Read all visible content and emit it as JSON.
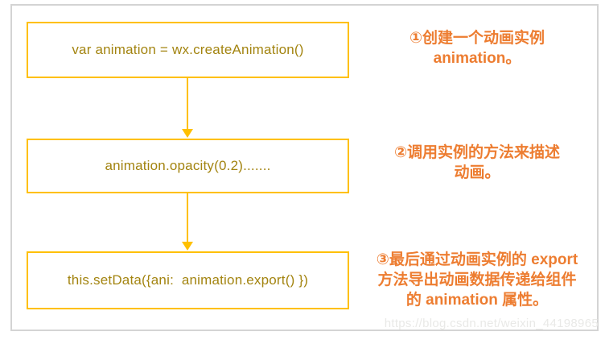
{
  "diagram": {
    "title_semantic": "wx.createAnimation flow diagram",
    "boxes": [
      {
        "code": "var animation = wx.createAnimation()"
      },
      {
        "code": "animation.opacity(0.2)......."
      },
      {
        "code": "this.setData({ani:  animation.export() })"
      }
    ],
    "annotations": [
      {
        "lines": [
          "①创建一个动画实例",
          "animation。"
        ]
      },
      {
        "lines": [
          "②调用实例的方法来描述",
          "动画。"
        ]
      },
      {
        "lines": [
          "③最后通过动画实例的 export",
          "方法导出动画数据传递给组件",
          "的 animation 属性。"
        ]
      }
    ],
    "watermark": "https://blog.csdn.net/weixin_44198965",
    "colors": {
      "box_border": "#FFC000",
      "box_text": "#A38410",
      "annotation_text": "#ED7D31",
      "arrow": "#FFC000",
      "frame_border": "#D4D4D4",
      "watermark_text": "#E9E9E7"
    }
  }
}
